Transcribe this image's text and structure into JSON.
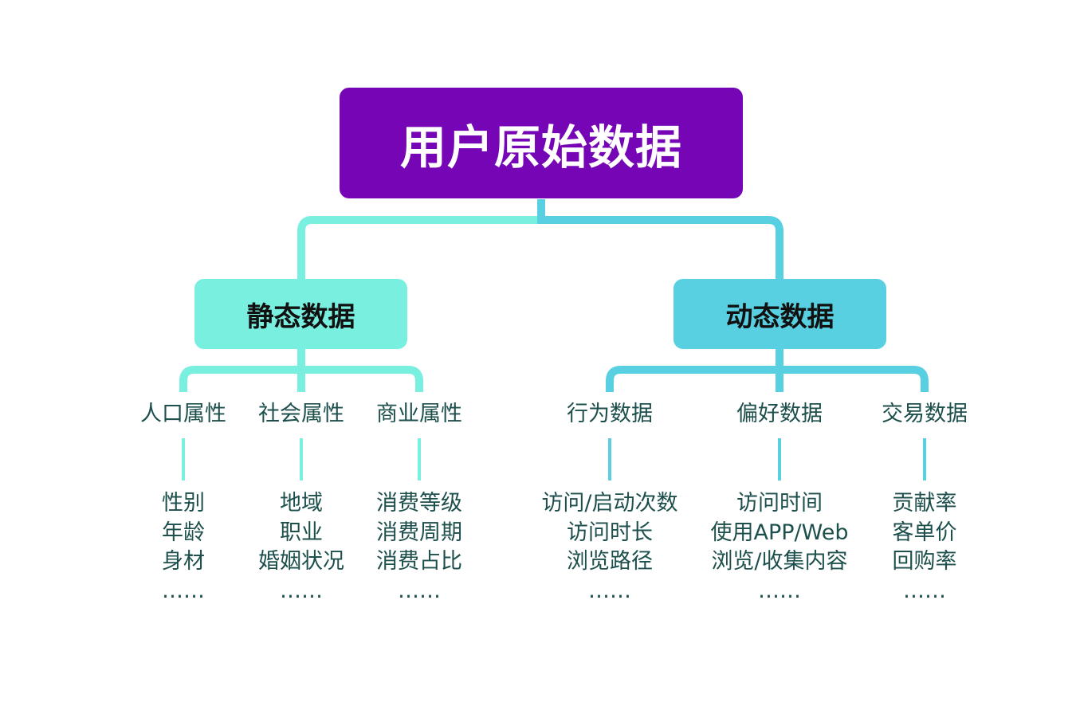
{
  "root": {
    "label": "用户原始数据"
  },
  "colors": {
    "root": "#7606b5",
    "static": "#78efdf",
    "dynamic": "#59d0e1",
    "text": "#1d4f4c"
  },
  "branches": [
    {
      "label": "静态数据",
      "categories": [
        {
          "label": "人口属性",
          "items": [
            "性别",
            "年龄",
            "身材",
            "……"
          ]
        },
        {
          "label": "社会属性",
          "items": [
            "地域",
            "职业",
            "婚姻状况",
            "……"
          ]
        },
        {
          "label": "商业属性",
          "items": [
            "消费等级",
            "消费周期",
            "消费占比",
            "……"
          ]
        }
      ]
    },
    {
      "label": "动态数据",
      "categories": [
        {
          "label": "行为数据",
          "items": [
            "访问/启动次数",
            "访问时长",
            "浏览路径",
            "……"
          ]
        },
        {
          "label": "偏好数据",
          "items": [
            "访问时间",
            "使用APP/Web",
            "浏览/收集内容",
            "……"
          ]
        },
        {
          "label": "交易数据",
          "items": [
            "贡献率",
            "客单价",
            "回购率",
            "……"
          ]
        }
      ]
    }
  ]
}
